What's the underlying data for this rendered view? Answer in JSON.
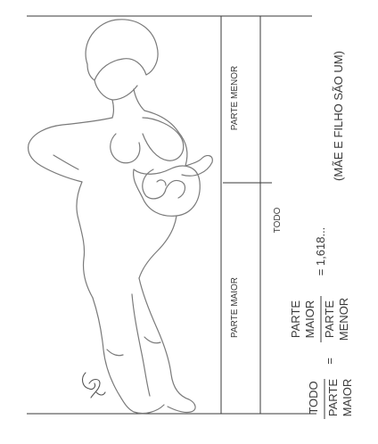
{
  "labels": {
    "parte_menor": "PARTE MENOR",
    "parte_maior": "PARTE MAIOR",
    "todo": "TODO",
    "caption": "(MÃE E FILHO SÃO UM)"
  },
  "formula": {
    "todo": "TODO",
    "parte_1": "PARTE",
    "maior_1": "MAIOR",
    "eq1": "=",
    "parte_2": "PARTE",
    "maior_2": "MAIOR",
    "parte_3": "PARTE",
    "menor_3": "MENOR",
    "eq2": "= 1,618..."
  },
  "colors": {
    "line": "#3a3a3a",
    "sketch": "#7a7a7a",
    "background": "#ffffff"
  },
  "drawing": {
    "subject": "sketch-pregnant-woman",
    "signature": "José"
  }
}
